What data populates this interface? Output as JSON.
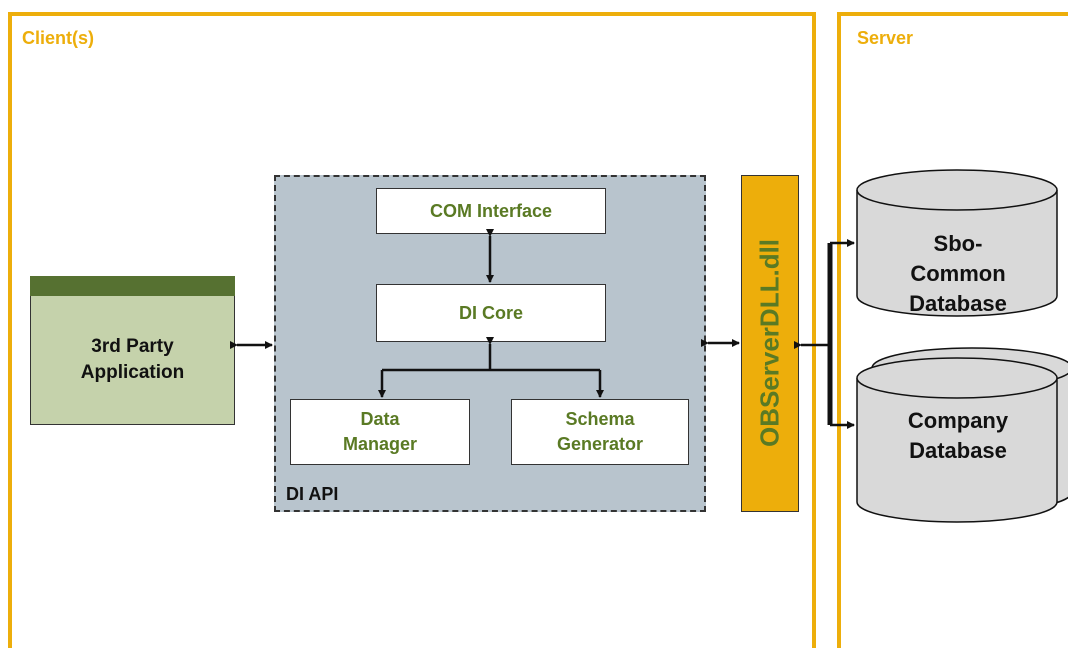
{
  "regions": {
    "client_label": "Client(s)",
    "server_label": "Server"
  },
  "third_party": {
    "label": "3rd Party\nApplication"
  },
  "di_api": {
    "label": "DI API",
    "com_interface": "COM Interface",
    "di_core": "DI Core",
    "data_manager": "Data\nManager",
    "schema_generator": "Schema\nGenerator"
  },
  "observer": {
    "label": "OBServerDLL.dll"
  },
  "databases": {
    "sbo_common": "Sbo-Common\nDatabase",
    "company": "Company\nDatabase"
  },
  "colors": {
    "accent_orange": "#EDAE0B",
    "label_green": "#5A7A24",
    "panel_gray": "#B8C4CD",
    "app_green_header": "#567131",
    "app_green_body": "#C5D2AB",
    "db_gray": "#D9D9D9"
  }
}
